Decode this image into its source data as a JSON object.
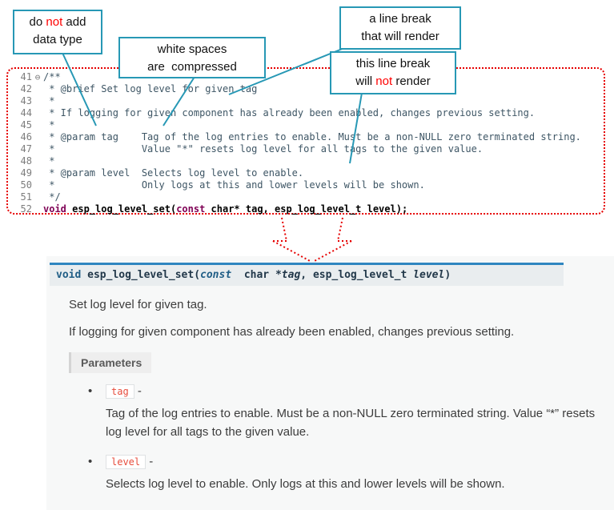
{
  "callouts": {
    "box1": {
      "part1": "do ",
      "highlight": "not",
      "part2": " add",
      "line2": "data type"
    },
    "box2": {
      "line1": "white spaces",
      "line2": "are  compressed"
    },
    "box3": {
      "line1": "a line break",
      "line2": "that will render"
    },
    "box4": {
      "line1": "this line break",
      "part1": "will ",
      "highlight": "not",
      "part2": " render"
    }
  },
  "editor": {
    "fold_icon": "⊖",
    "lines": [
      {
        "num": "41",
        "text": "/**"
      },
      {
        "num": "42",
        "text": " * @brief Set log level for given tag"
      },
      {
        "num": "43",
        "text": " *"
      },
      {
        "num": "44",
        "text": " * If logging for given component has already been enabled, changes previous setting."
      },
      {
        "num": "45",
        "text": " *"
      },
      {
        "num": "46",
        "text": " * @param tag    Tag of the log entries to enable. Must be a non-NULL zero terminated string."
      },
      {
        "num": "47",
        "text": " *               Value \"*\" resets log level for all tags to the given value."
      },
      {
        "num": "48",
        "text": " *"
      },
      {
        "num": "49",
        "text": " * @param level  Selects log level to enable."
      },
      {
        "num": "50",
        "text": " *               Only logs at this and lower levels will be shown."
      },
      {
        "num": "51",
        "text": " */"
      }
    ],
    "decl": {
      "num": "52",
      "kw1": "void",
      "name": " esp_log_level_set",
      "p1": "(",
      "kw2": "const",
      "p2": " char* tag, esp_log_level_t level);"
    }
  },
  "docs": {
    "signature": {
      "kw_return": "void",
      "name": " esp_log_level_set",
      "open": "(",
      "kw_const": "const",
      "sep1": "  char *",
      "param1": "tag",
      "sep2": ", ",
      "type2": "esp_log_level_t ",
      "param2": "level",
      "close": ")"
    },
    "brief": "Set log level for given tag.",
    "description": "If logging for given component has already been enabled, changes previous setting.",
    "parameters_label": "Parameters",
    "bullet": "•",
    "params": [
      {
        "name": "tag",
        "dash": " -",
        "desc": "Tag of the log entries to enable. Must be a non-NULL zero terminated string. Value “*” resets log level for all tags to the given value."
      },
      {
        "name": "level",
        "dash": " -",
        "desc": "Selects log level to enable. Only logs at this and lower levels will be shown."
      }
    ]
  }
}
